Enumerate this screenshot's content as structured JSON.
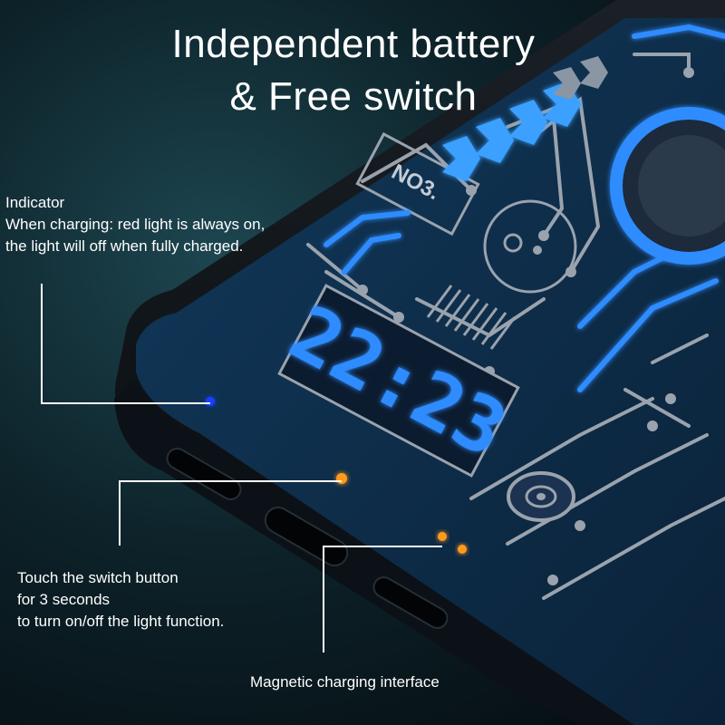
{
  "headline": {
    "line1": "Independent battery",
    "line2": "& Free switch"
  },
  "indicator_note": {
    "title": "Indicator",
    "line1": "When charging: red light is always on,",
    "line2": "the light will off when fully charged."
  },
  "switch_note": {
    "line1": "Touch the switch button",
    "line2": "for 3 seconds",
    "line3": "to turn on/off the light function."
  },
  "magnetic_note": {
    "text": "Magnetic charging interface"
  },
  "phone_case": {
    "clock_display": "22:23",
    "board_label": "NO3.",
    "colors": {
      "neon_blue": "#2f8cff",
      "bezel": "#0a0f14",
      "board": "#0d2a45",
      "trace_gray": "#9aa3ad",
      "indicator_blue": "#1740ff",
      "led_orange": "#ff9a1f"
    }
  }
}
